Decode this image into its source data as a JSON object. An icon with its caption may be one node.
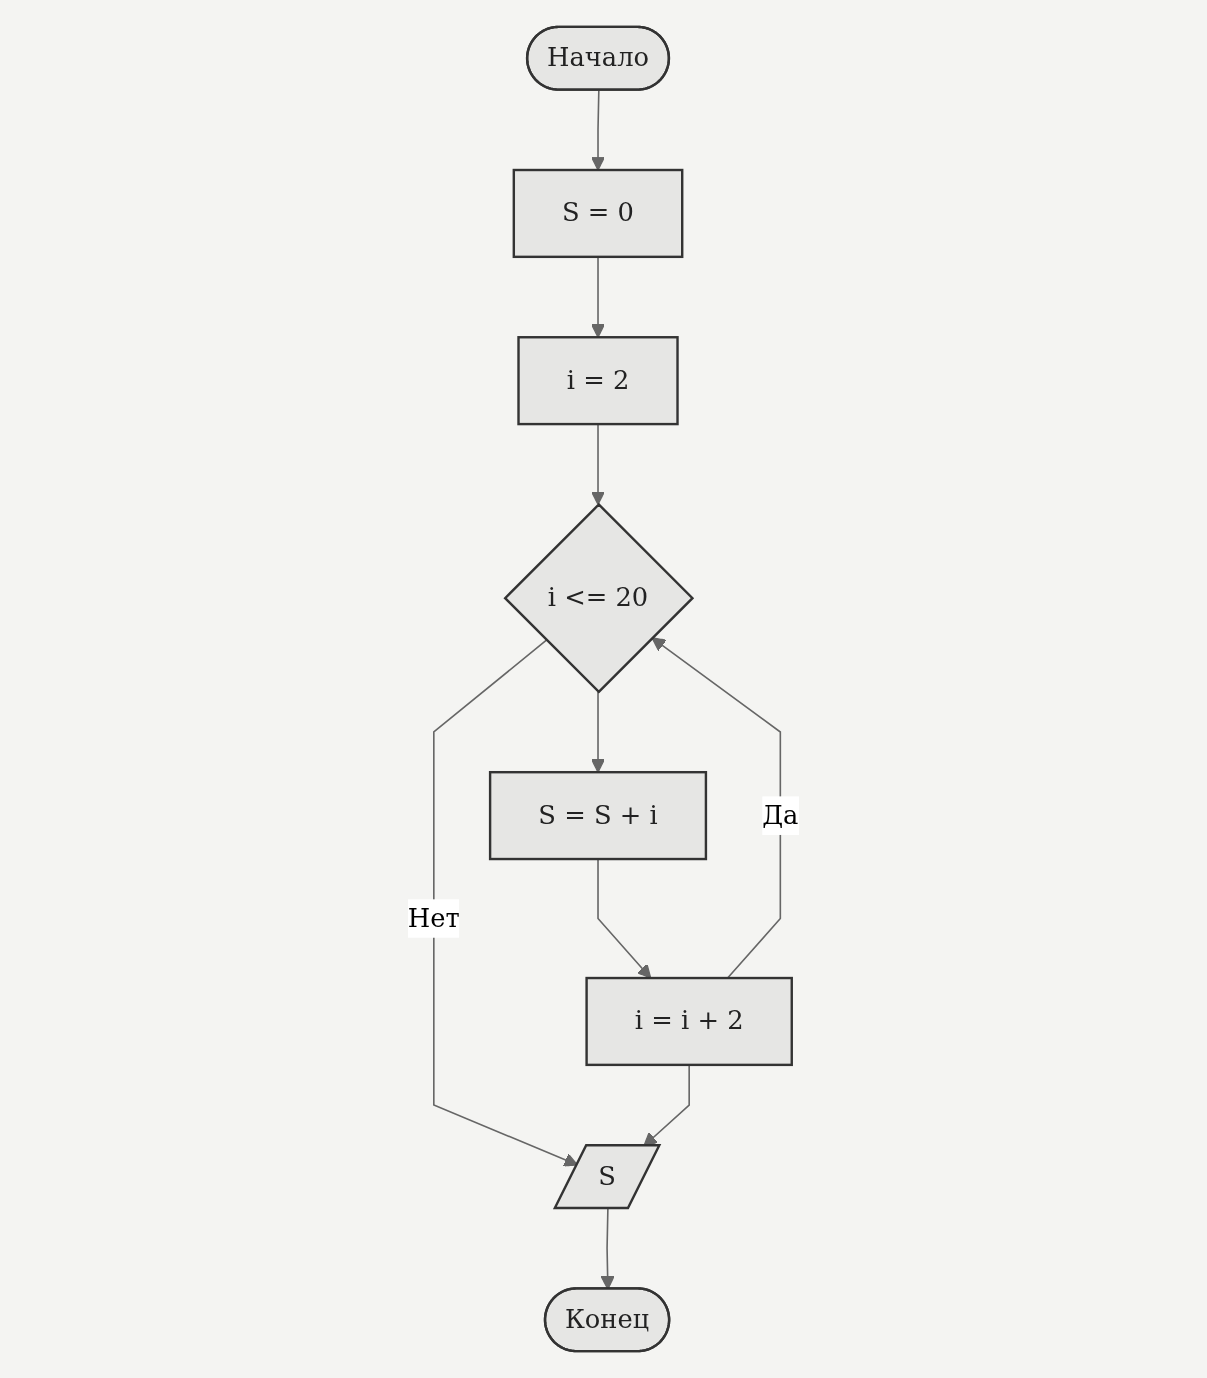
{
  "diagram": {
    "nodes": [
      {
        "text": [
          "Начало"
        ]
      },
      {
        "text": [
          "S = 0"
        ]
      },
      {
        "text": [
          "i = 2"
        ]
      },
      {
        "text": [
          "i <= 20"
        ]
      },
      {
        "text": [
          "S = S + i"
        ]
      },
      {
        "text": [
          "i = i + 2"
        ]
      },
      {
        "text": [
          "S"
        ]
      },
      {
        "text": [
          "Конец"
        ]
      }
    ],
    "edges": [
      {
        "from": 0,
        "to": 1,
        "arrow": "to"
      },
      {
        "from": 1,
        "to": 2,
        "arrow": "to"
      },
      {
        "from": 2,
        "to": 3,
        "arrow": "to"
      },
      {
        "from": 3,
        "to": 4,
        "arrow": "to"
      },
      {
        "from": 4,
        "to": 5,
        "arrow": "to"
      },
      {
        "from": 5,
        "to": 3,
        "arrow": "to",
        "label": "Да"
      },
      {
        "from": 3,
        "to": 6,
        "arrow": "to",
        "label": "Нет"
      },
      {
        "from": 5,
        "to": 6,
        "arrow": "to"
      },
      {
        "from": 6,
        "to": 7,
        "arrow": "to"
      }
    ]
  }
}
